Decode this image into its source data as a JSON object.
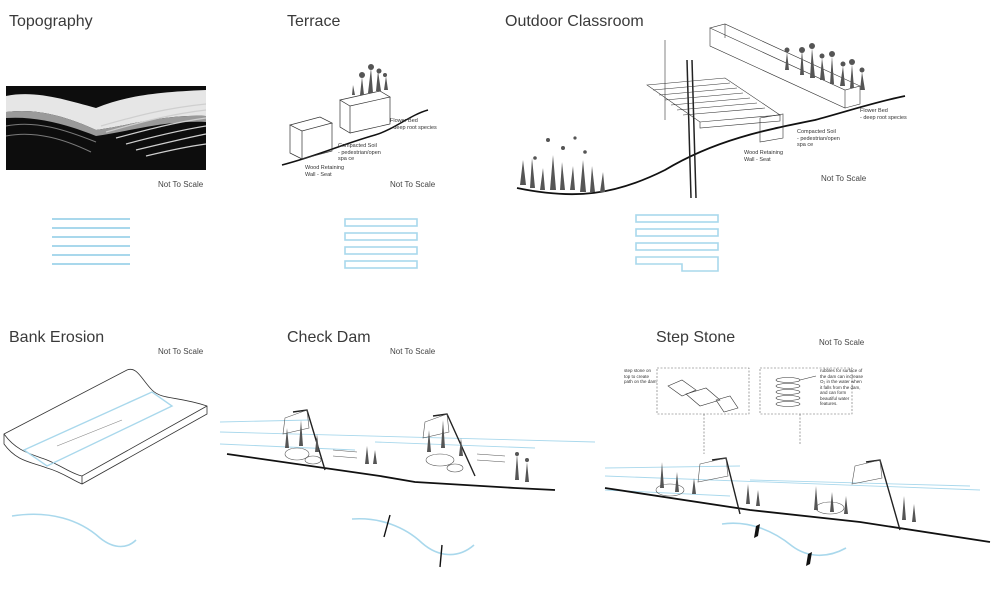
{
  "panels": {
    "topography": {
      "title": "Topography",
      "scale": "Not To Scale"
    },
    "terrace": {
      "title": "Terrace",
      "scale": "Not To Scale",
      "flower_bed": [
        "Flower Bed",
        "- deep root species"
      ],
      "compacted_soil": [
        "Compacted Soil",
        "- pedestrian/open",
        "spa ce"
      ],
      "retaining_wall": [
        "Wood Retaining",
        "Wall  - Seat"
      ]
    },
    "outdoor_classroom": {
      "title": "Outdoor Classroom",
      "scale": "Not To Scale",
      "flower_bed": [
        "Flower Bed",
        "- deep root species"
      ],
      "compacted_soil": [
        "Compacted Soil",
        "- pedestrian/open",
        "spa ce"
      ],
      "retaining_wall": [
        "Wood Retaining",
        "Wall  - Seat"
      ]
    },
    "bank_erosion": {
      "title": "Bank Erosion",
      "scale": "Not To Scale"
    },
    "check_dam": {
      "title": "Check Dam",
      "scale": "Not To Scale"
    },
    "step_stone": {
      "title": "Step Stone",
      "scale": "Not To Scale",
      "note_left": "step stone on top to create path on the dam",
      "note_right": "rubbles for surface of the dam can increase  O₂ in the water when it falls from the dam, and can form beautiful water features."
    }
  },
  "colors": {
    "water": "#a9d8ec",
    "ink": "#222222",
    "plant": "#555555",
    "terrain": "#111111"
  }
}
